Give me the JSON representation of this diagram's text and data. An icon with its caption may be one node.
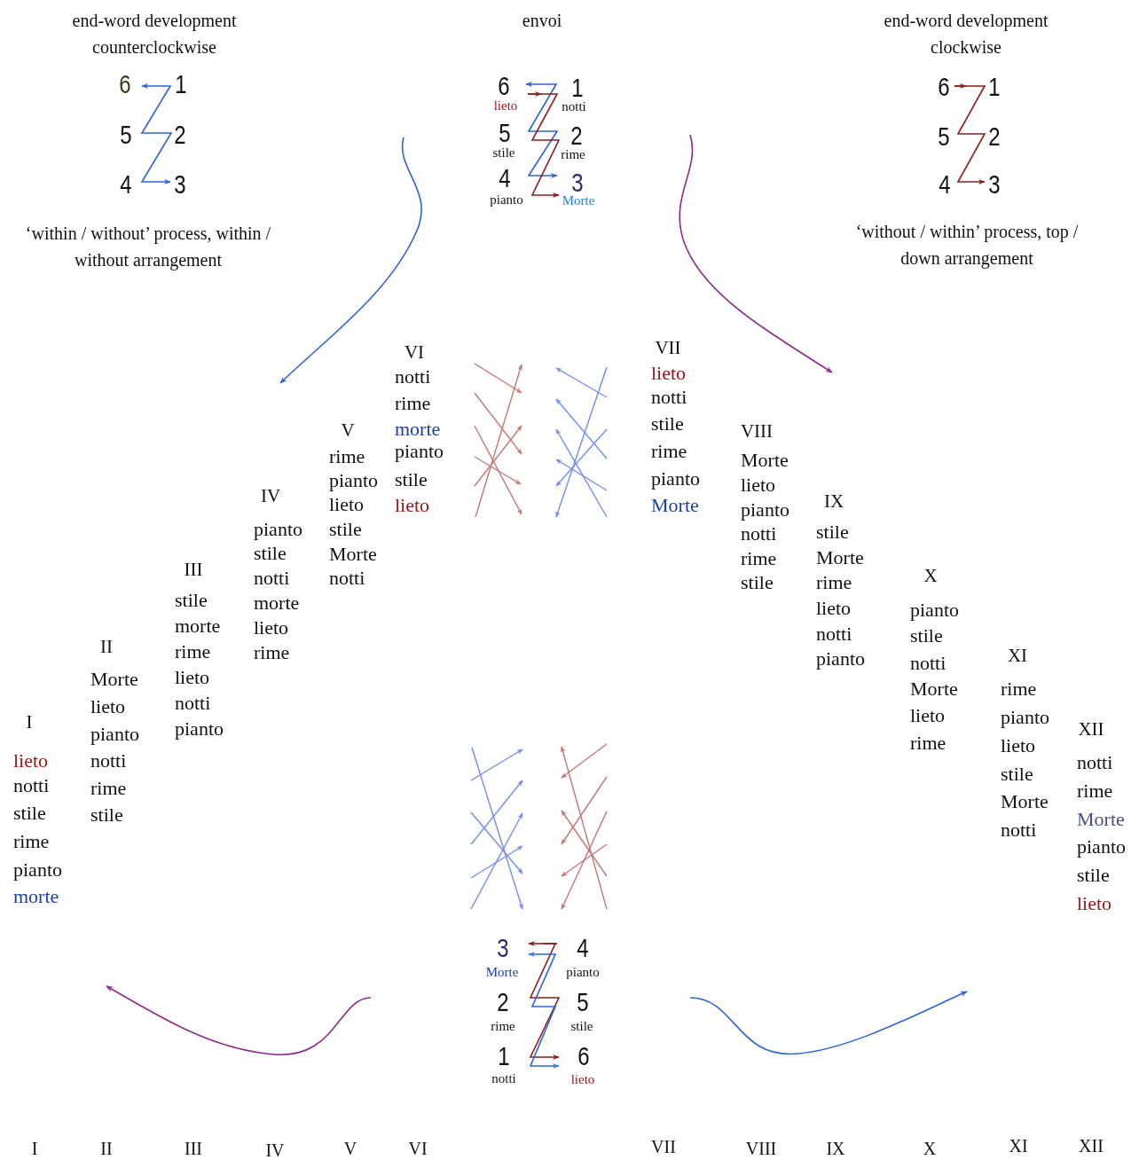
{
  "diagram": {
    "labels": [
      "end-word development counterclockwise",
      "envoi",
      "end-word development clockwise",
      "6",
      "1",
      "5",
      "2",
      "4",
      "3",
      "6",
      "lieto",
      "1",
      "notti",
      "5",
      "stile",
      "2",
      "rime",
      "4",
      "pianto",
      "3",
      "Morte",
      "6",
      "1",
      "5",
      "2",
      "4",
      "3",
      "‘within / without’ process, within / without arrangement",
      "‘without / within’ process, top / down arrangement",
      "I",
      "lieto",
      "notti",
      "stile",
      "rime",
      "pianto",
      "morte",
      "II",
      "Morte",
      "lieto",
      "pianto",
      "notti",
      "rime",
      "stile",
      "III",
      "stile",
      "morte",
      "rime",
      "lieto",
      "notti",
      "pianto",
      "IV",
      "pianto",
      "stile",
      "notti",
      "morte",
      "lieto",
      "rime",
      "V",
      "rime",
      "pianto",
      "lieto",
      "stile",
      "Morte",
      "notti",
      "VI",
      "notti",
      "rime",
      "morte",
      "pianto",
      "stile",
      "lieto",
      "VII",
      "lieto",
      "notti",
      "stile",
      "rime",
      "pianto",
      "Morte",
      "VIII",
      "Morte",
      "lieto",
      "pianto",
      "notti",
      "rime",
      "stile",
      "IX",
      "stile",
      "Morte",
      "rime",
      "lieto",
      "notti",
      "pianto",
      "X",
      "pianto",
      "stile",
      "notti",
      "Morte",
      "lieto",
      "rime",
      "XI",
      "rime",
      "pianto",
      "lieto",
      "stile",
      "Morte",
      "notti",
      "XII",
      "notti",
      "rime",
      "Morte",
      "pianto",
      "stile",
      "lieto",
      "3",
      "Morte",
      "4",
      "pianto",
      "2",
      "rime",
      "5",
      "stile",
      "1",
      "notti",
      "6",
      "lieto",
      "I",
      "II",
      "III",
      "IV",
      "V",
      "VI",
      "VII",
      "VIII",
      "IX",
      "X",
      "XI",
      "XII"
    ]
  }
}
